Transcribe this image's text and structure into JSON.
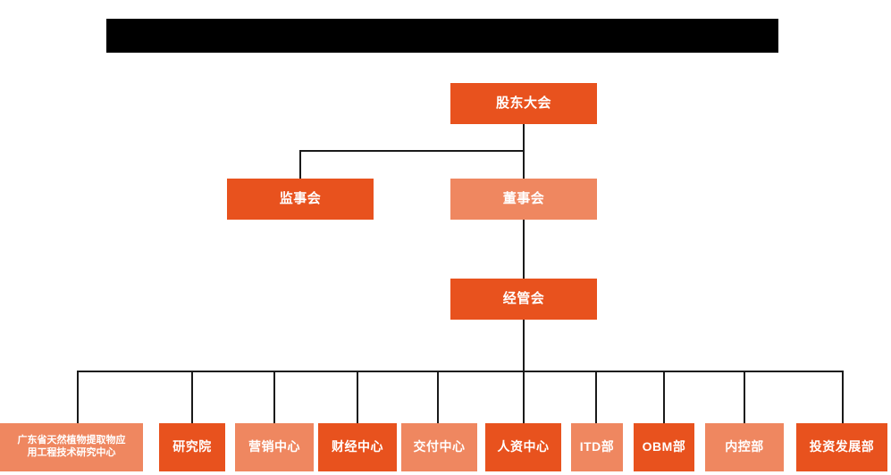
{
  "document": {
    "type": "organization-chart",
    "title_bar": {
      "name": "redacted-title-bar",
      "label": "",
      "color": "#000000"
    },
    "colors": {
      "primary": "#e8521e",
      "secondary": "#ef8760",
      "connector": "#1a1a1a",
      "text": "#ffffff",
      "background": "#ffffff"
    }
  },
  "nodes": {
    "shareholders_meeting": {
      "label": "股东大会",
      "style": "primary"
    },
    "board_of_supervisors": {
      "label": "监事会",
      "style": "primary"
    },
    "board_of_directors": {
      "label": "董事会",
      "style": "secondary"
    },
    "management_committee": {
      "label": "经管会",
      "style": "primary"
    },
    "departments": [
      {
        "label": "广东省天然植物提取物应\n用工程技术研究中心",
        "style": "secondary"
      },
      {
        "label": "研究院",
        "style": "primary"
      },
      {
        "label": "营销中心",
        "style": "secondary"
      },
      {
        "label": "财经中心",
        "style": "primary"
      },
      {
        "label": "交付中心",
        "style": "secondary"
      },
      {
        "label": "人资中心",
        "style": "primary"
      },
      {
        "label": "ITD部",
        "style": "secondary"
      },
      {
        "label": "OBM部",
        "style": "primary"
      },
      {
        "label": "内控部",
        "style": "secondary"
      },
      {
        "label": "投资发展部",
        "style": "primary"
      }
    ]
  }
}
